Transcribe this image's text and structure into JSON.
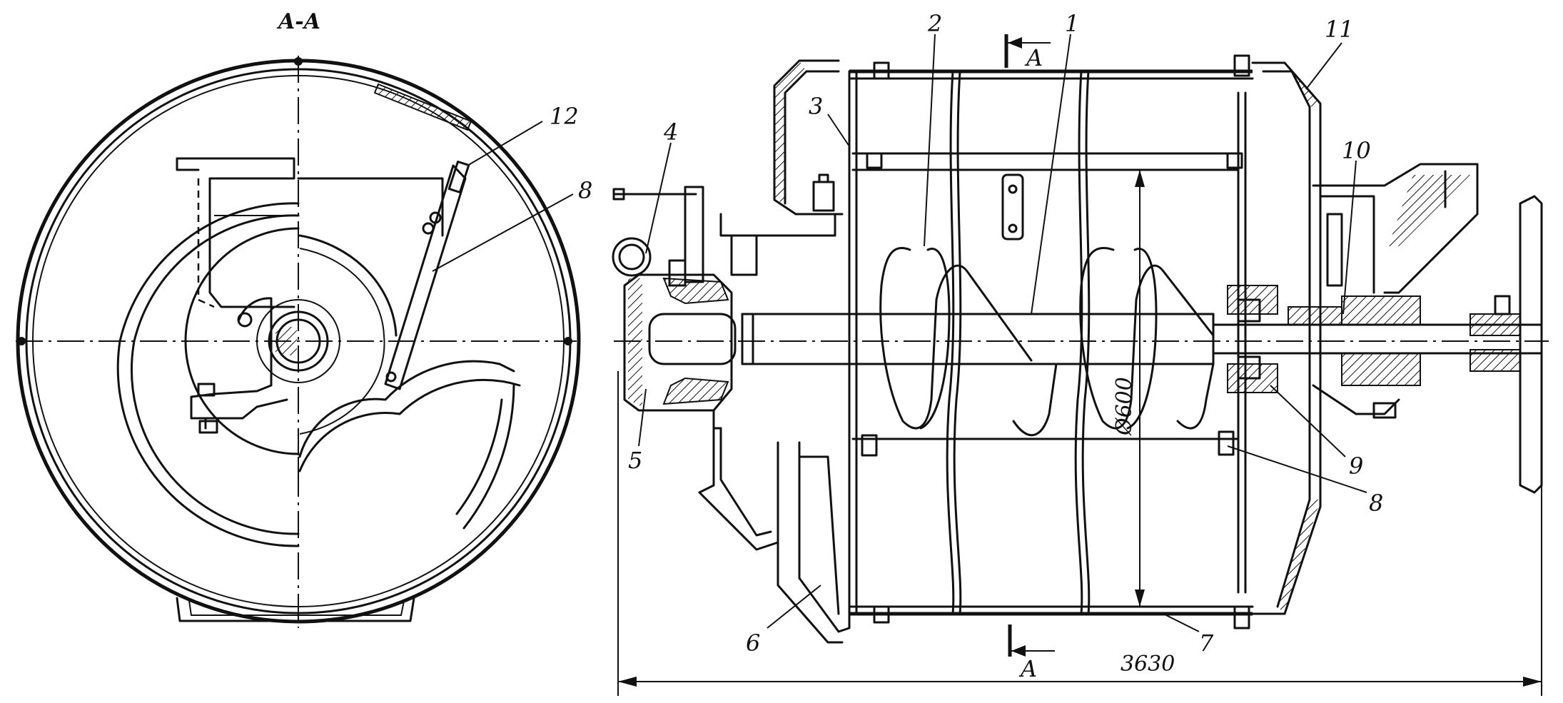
{
  "section_title": "A-A",
  "section_marks": [
    "A",
    "A"
  ],
  "dimensions": {
    "overall_length": "3630",
    "drum_diameter": "Ø600"
  },
  "callouts": {
    "left_view": [
      "12",
      "8"
    ],
    "right_view": [
      "1",
      "2",
      "3",
      "4",
      "5",
      "6",
      "7",
      "8",
      "9",
      "10",
      "11"
    ]
  }
}
